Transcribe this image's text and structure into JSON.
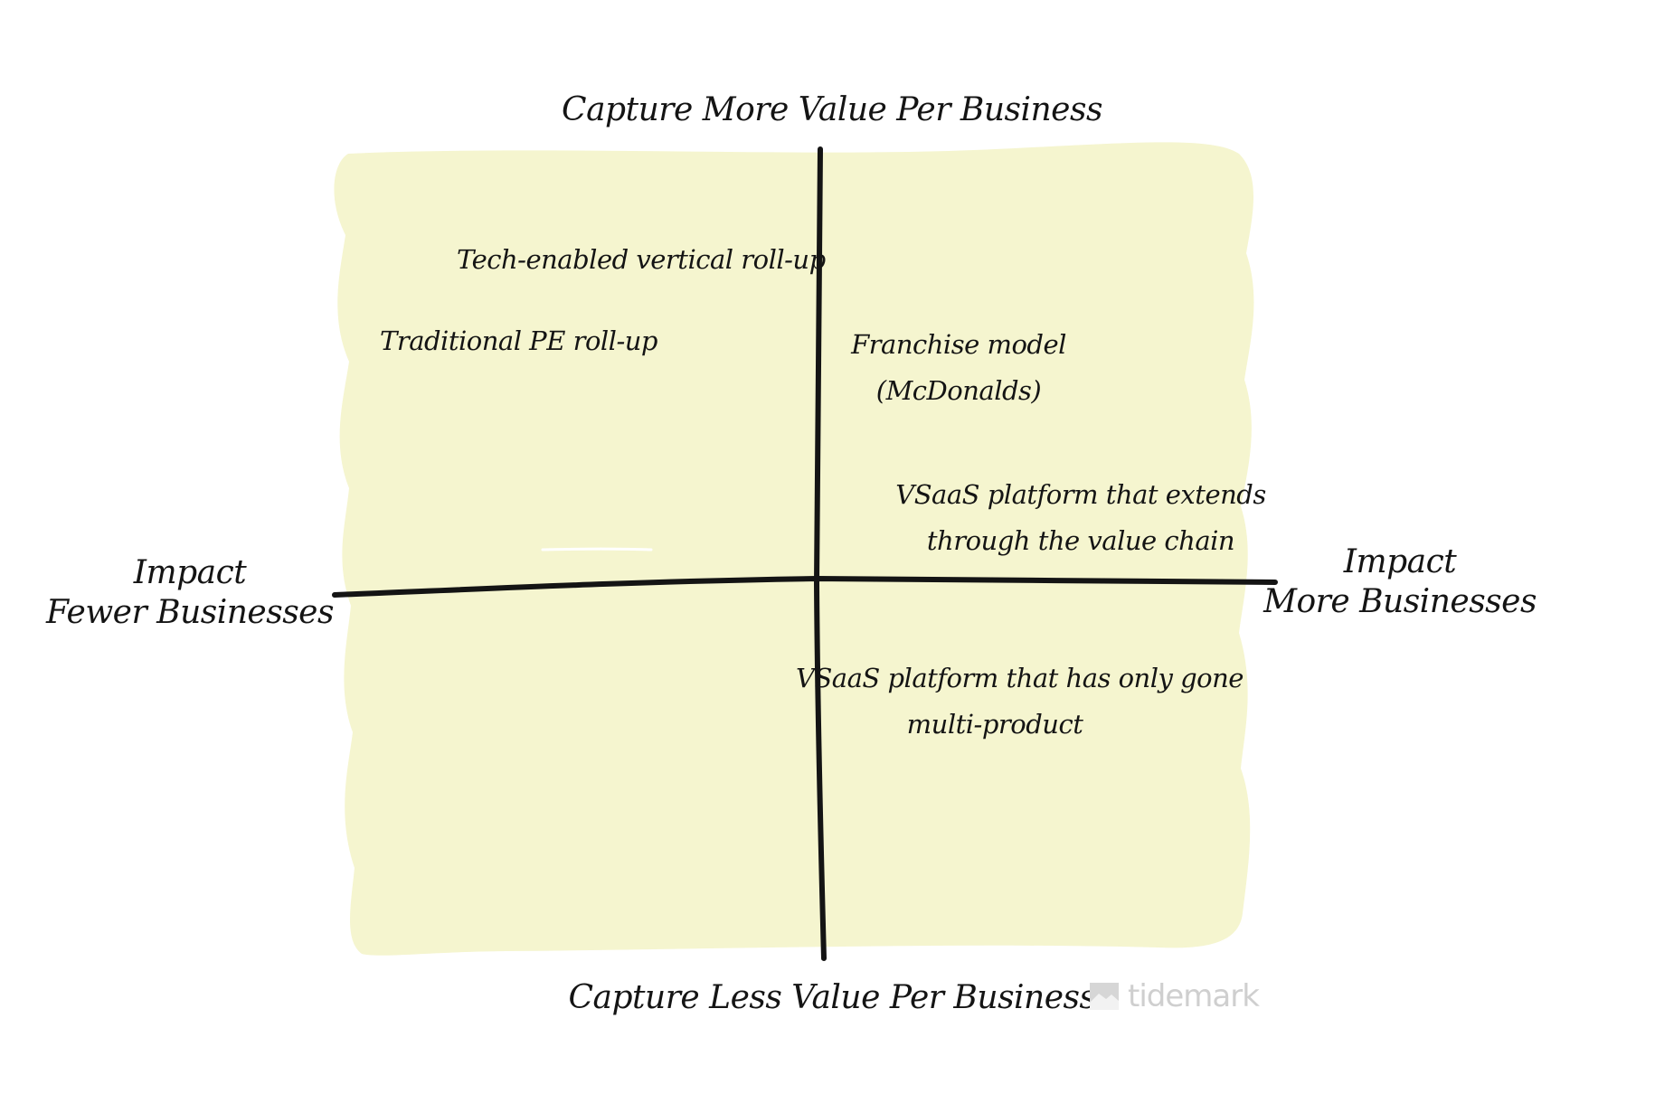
{
  "axes": {
    "top": "Capture More Value Per Business",
    "bottom": "Capture  Less Value Per Business",
    "left_line1": "Impact",
    "left_line2": "Fewer Businesses",
    "right_line1": "Impact",
    "right_line2": "More Businesses"
  },
  "items": {
    "tech_rollup": "Tech-enabled vertical roll-up",
    "traditional_rollup": "Traditional PE  roll-up",
    "franchise_line1": "Franchise model",
    "franchise_line2": "(McDonalds)",
    "vsaas_extends_line1": "VSaaS platform that extends",
    "vsaas_extends_line2": "through the value chain",
    "vsaas_multi_line1": "VSaaS platform that has only gone",
    "vsaas_multi_line2": "multi-product"
  },
  "watermark": {
    "text": "tidemark",
    "icon": "tidemark-logo-icon"
  },
  "colors": {
    "background_fill": "#f5f5cf",
    "ink": "#141414",
    "watermark": "#cfcfcf"
  }
}
